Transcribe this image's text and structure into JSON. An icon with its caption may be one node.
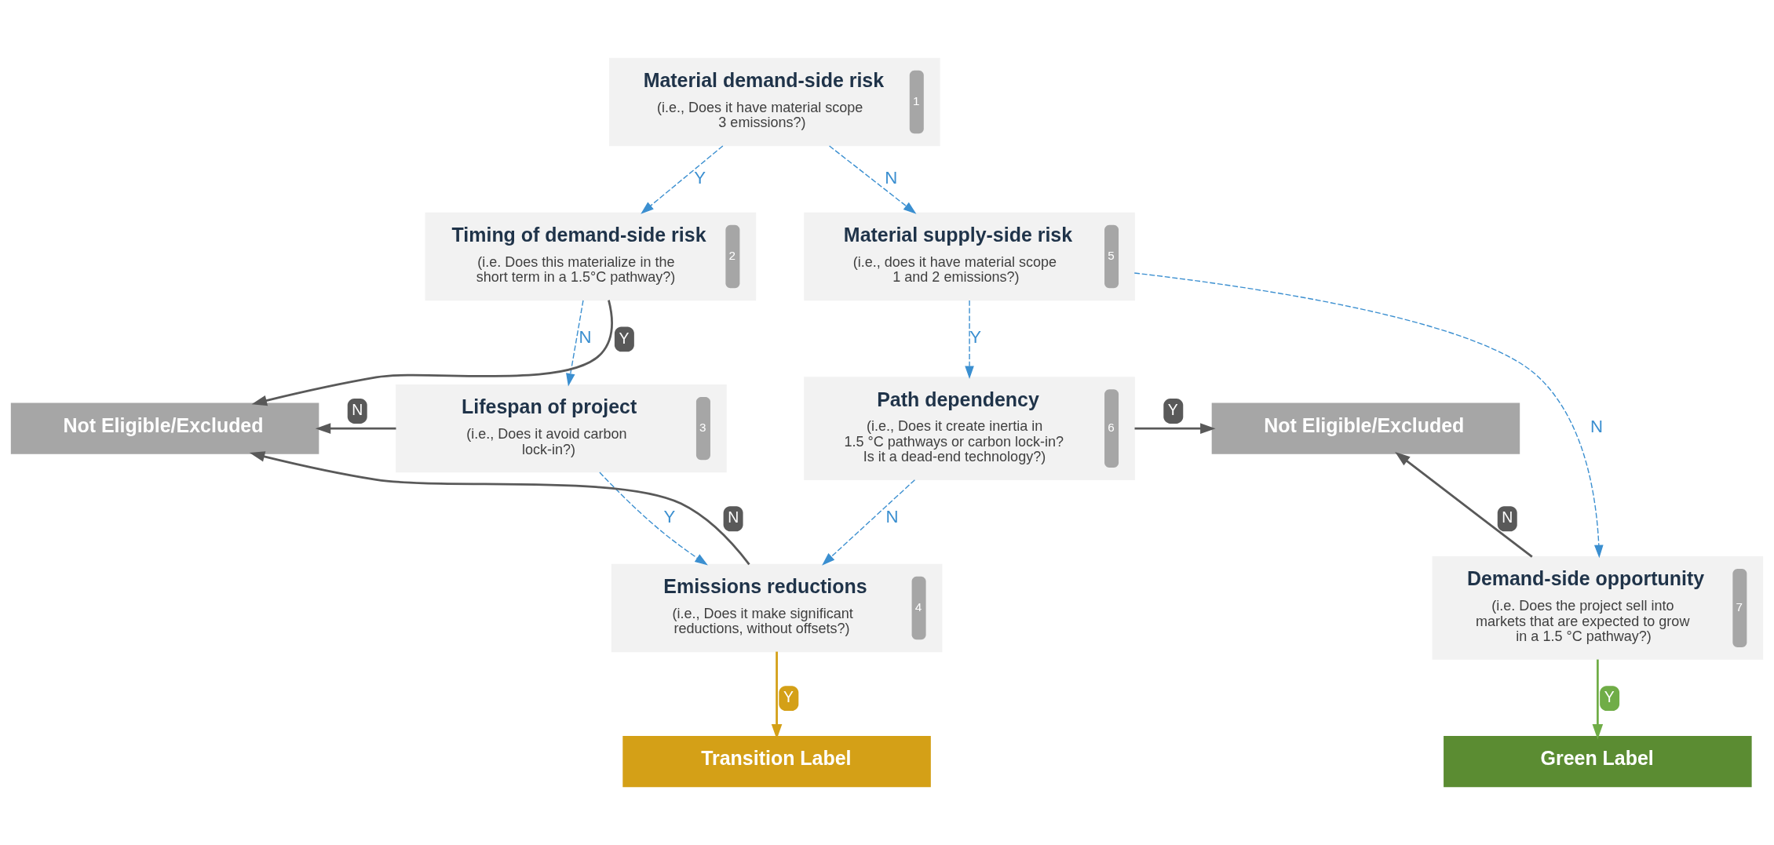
{
  "diagram": {
    "nodes": [
      {
        "text": [
          "1",
          "Material demand-side risk",
          "(i.e., Does it have material scope 3 emissions?)"
        ]
      },
      {
        "text": [
          "2",
          "Timing of demand-side risk",
          "(i.e. Does this materialize in the short term in a 1.5°C pathway?)"
        ]
      },
      {
        "text": [
          "3",
          "Lifespan of project",
          "(i.e., Does it avoid carbon lock-in?)"
        ]
      },
      {
        "text": [
          "4",
          "Emissions reductions",
          "(i.e., Does it make significant reductions, without offsets?)"
        ]
      },
      {
        "text": [
          "5",
          "Material supply-side risk",
          "(i.e., does it have material scope 1 and 2 emissions?)"
        ]
      },
      {
        "text": [
          "6",
          "Path dependency",
          "(i.e., Does it create inertia in 1.5 °C pathways or carbon lock-in? Is it a dead-end technology?)"
        ]
      },
      {
        "text": [
          "7",
          "Demand-side opportunity",
          "(i.e. Does the project sell into markets that are expected to grow in a 1.5 °C pathway?)"
        ]
      },
      {
        "text": [
          "Not Eligible/Excluded"
        ]
      },
      {
        "text": [
          "Not Eligible/Excluded"
        ]
      },
      {
        "text": [
          "Transition Label"
        ]
      },
      {
        "text": [
          "Green Label"
        ]
      }
    ],
    "edges": [
      {
        "from": 0,
        "to": 1,
        "arrow": "to",
        "label": "Y",
        "style": "dashed"
      },
      {
        "from": 0,
        "to": 4,
        "arrow": "to",
        "label": "N",
        "style": "dashed"
      },
      {
        "from": 1,
        "to": 7,
        "arrow": "to",
        "label": "Y",
        "color": "#595959"
      },
      {
        "from": 1,
        "to": 2,
        "arrow": "to",
        "label": "N",
        "style": "dashed"
      },
      {
        "from": 2,
        "to": 7,
        "arrow": "to",
        "label": "N",
        "color": "#595959"
      },
      {
        "from": 2,
        "to": 3,
        "arrow": "to",
        "label": "Y",
        "style": "dashed"
      },
      {
        "from": 3,
        "to": 7,
        "arrow": "to",
        "label": "N",
        "color": "#595959"
      },
      {
        "from": 3,
        "to": 9,
        "arrow": "to",
        "label": "Y",
        "color": "#d4a017"
      },
      {
        "from": 4,
        "to": 5,
        "arrow": "to",
        "label": "Y",
        "style": "dashed"
      },
      {
        "from": 4,
        "to": 6,
        "arrow": "to",
        "label": "N",
        "style": "dashed"
      },
      {
        "from": 5,
        "to": 8,
        "arrow": "to",
        "label": "Y",
        "color": "#595959"
      },
      {
        "from": 5,
        "to": 3,
        "arrow": "to",
        "label": "N",
        "style": "dashed"
      },
      {
        "from": 6,
        "to": 8,
        "arrow": "to",
        "label": "N",
        "color": "#595959"
      },
      {
        "from": 6,
        "to": 10,
        "arrow": "to",
        "label": "Y",
        "color": "#70ad47"
      }
    ]
  }
}
